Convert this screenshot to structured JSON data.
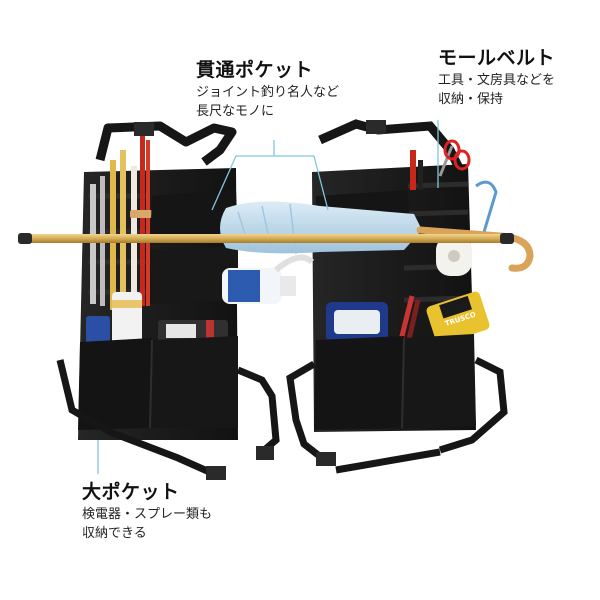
{
  "callouts": {
    "through_pocket": {
      "title": "貫通ポケット",
      "lines": [
        "ジョイント釣り名人など",
        "長尺なモノに"
      ]
    },
    "molle_belt": {
      "title": "モールベルト",
      "lines": [
        "工具・文房具などを",
        "収納・保持"
      ]
    },
    "large_pocket": {
      "title": "大ポケット",
      "lines": [
        "検電器・スプレー類も",
        "収納できる"
      ]
    }
  },
  "product_label": "TRUSCO",
  "colors": {
    "organizer_black": "#1b1b1b",
    "leader_line": "#7fc7dd",
    "pole_gold": "#d6ad56",
    "umbrella_blue": "#bcd9ec",
    "screwdriver_red": "#c8281c"
  }
}
